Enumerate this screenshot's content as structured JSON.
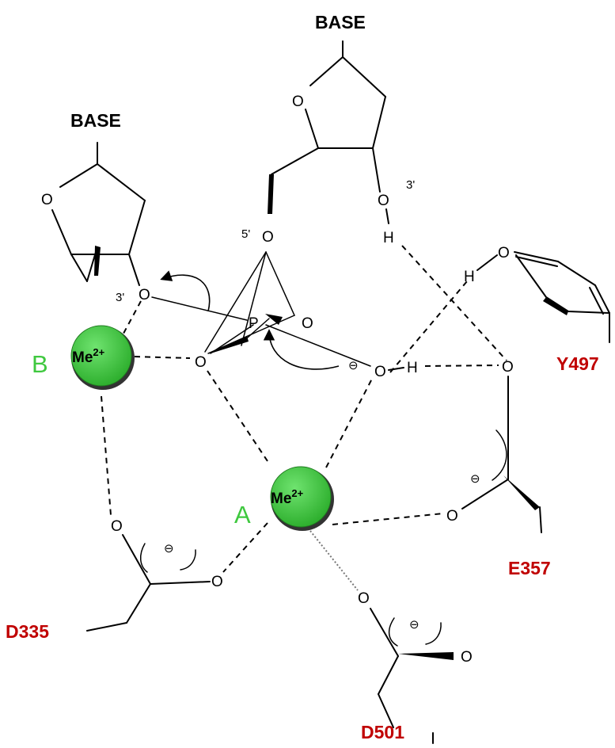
{
  "labels": {
    "base_top": "BASE",
    "base_left": "BASE",
    "phosphorus": "P",
    "oxygen": "O",
    "hydrogen": "H",
    "prime5": "5'",
    "prime3_top": "3'",
    "prime3_left": "3'",
    "charge": "⊖",
    "metal_a_letter": "A",
    "metal_b_letter": "B",
    "metal_ion": "Me",
    "metal_charge": "2+",
    "residues": {
      "y497": "Y497",
      "e357": "E357",
      "d335": "D335",
      "d501": "D501"
    }
  },
  "colors": {
    "metal_fill": "#3fc83f",
    "metal_letter": "#3fc83f",
    "residue_text": "#c00000"
  }
}
